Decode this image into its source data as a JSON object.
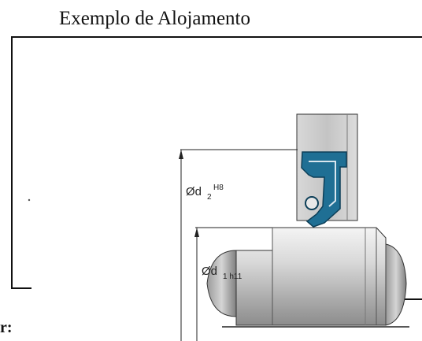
{
  "title": "Exemplo de Alojamento",
  "partial_text": "r:",
  "labels": {
    "d2_symbol": "Ød",
    "d2_sub": "2",
    "d2_tol": "H8",
    "d1_symbol": "Ød",
    "d1_sub": "1 h11"
  },
  "colors": {
    "seal": "#1f6f94",
    "seal_dark": "#0d3f58",
    "housing": "#c9c9c9",
    "shaft_mid": "#bdbdbd"
  }
}
